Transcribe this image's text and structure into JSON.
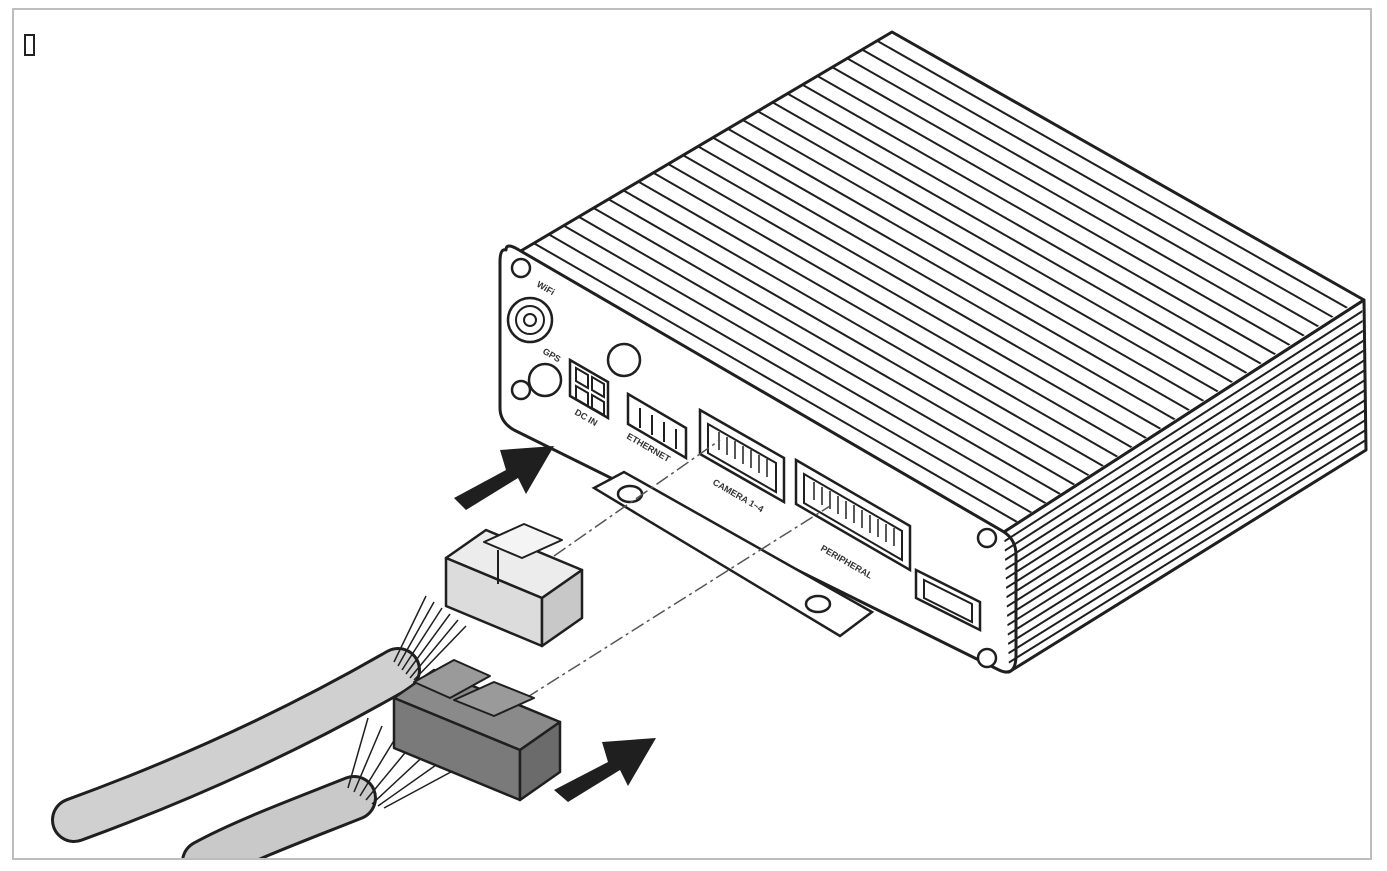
{
  "figure": {
    "stroke_color": "#1f1f1f",
    "body_fill": "#ffffff",
    "cable_fill": "#c9c9c9",
    "connector_fill": "#d9d9d9",
    "arrow_color": "#1f1f1f"
  },
  "device": {
    "panel_labels": {
      "wifi": "WiFi",
      "gps": "GPS",
      "dc_in": "DC IN",
      "ethernet": "ETHERNET",
      "camera": "CAMERA 1~4",
      "peripheral": "PERIPHERAL"
    }
  }
}
